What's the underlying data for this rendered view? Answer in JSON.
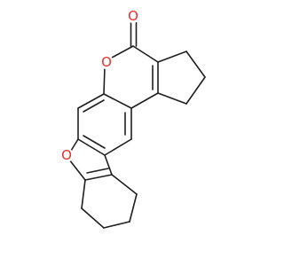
{
  "molecule": {
    "atoms": [
      {
        "id": "O_carbonyl",
        "symbol": "O",
        "color": "#e8322b"
      },
      {
        "id": "O_lactone",
        "symbol": "O",
        "color": "#e8322b"
      },
      {
        "id": "O_furan",
        "symbol": "O",
        "color": "#e8322b"
      }
    ]
  }
}
